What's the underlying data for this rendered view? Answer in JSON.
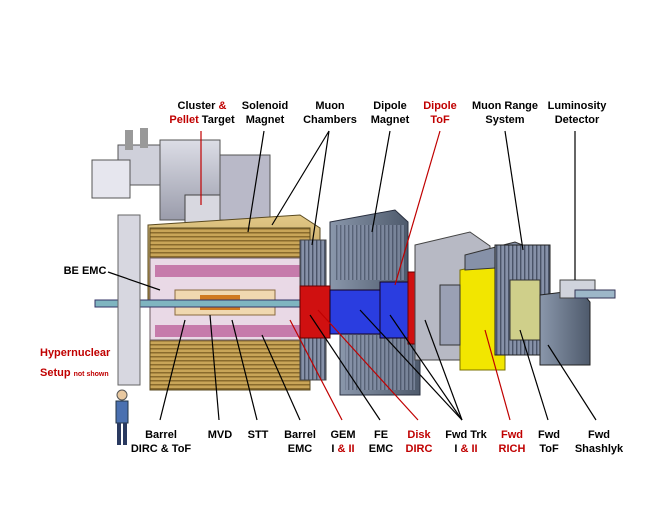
{
  "colors": {
    "label": "#000000",
    "highlight": "#c00000",
    "yoke": "#c8a050",
    "dipole": "#6b7a8f",
    "red_panel": "#d01010",
    "blue_panel": "#2a3de0",
    "rich": "#f2e600",
    "emc_pink": "#c06aa0"
  },
  "labels": {
    "cluster": {
      "a": "Cluster",
      "amp": " &",
      "b": "Pellet",
      "c": " Target"
    },
    "solenoid": {
      "l1": "Solenoid",
      "l2": "Magnet"
    },
    "muon_chambers": {
      "l1": "Muon",
      "l2": "Chambers"
    },
    "dipole_magnet": {
      "l1": "Dipole",
      "l2": "Magnet"
    },
    "dipole_tof": {
      "l1": "Dipole",
      "l2": "ToF"
    },
    "muon_range": {
      "l1": "Muon Range",
      "l2": "System"
    },
    "luminosity": {
      "l1": "Luminosity",
      "l2": "Detector"
    },
    "be_emc": "BE EMC",
    "hypernuclear": {
      "l1": "Hypernuclear",
      "l2a": "Setup",
      "l2b": "not shown"
    },
    "barrel_dirc": {
      "l1": "Barrel",
      "l2": "DIRC & ToF"
    },
    "mvd": "MVD",
    "stt": "STT",
    "barrel_emc": {
      "l1": "Barrel",
      "l2": "EMC"
    },
    "gem": {
      "l1": "GEM",
      "l2a": "I",
      "l2b": " & II"
    },
    "fe_emc": {
      "l1": "FE",
      "l2": "EMC"
    },
    "disk_dirc": {
      "l1": "Disk",
      "l2": "DIRC"
    },
    "fwd_trk": {
      "l1": "Fwd Trk",
      "l2a": "I",
      "l2b": " & II"
    },
    "fwd_rich": {
      "l1": "Fwd",
      "l2": "RICH"
    },
    "fwd_tof": {
      "l1": "Fwd",
      "l2": "ToF"
    },
    "fwd_shashlyk": {
      "l1": "Fwd",
      "l2": "Shashlyk"
    }
  }
}
